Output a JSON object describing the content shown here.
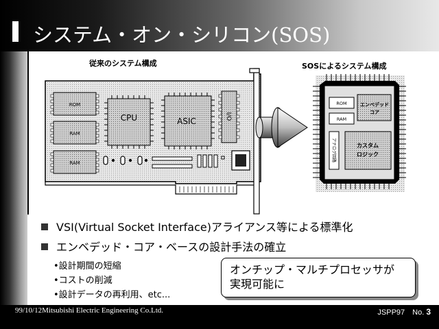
{
  "slide": {
    "title": "システム・オン・シリコン(SOS)",
    "left_heading": "従来のシステム構成",
    "right_heading": "SOSによるシステム構成"
  },
  "board": {
    "rom_label": "ROM",
    "ram_label_1": "RAM",
    "ram_label_2": "RAM",
    "cpu_label": "CPU",
    "asic_label": "ASIC",
    "io_label": "I/O"
  },
  "chip": {
    "rom_label": "ROM",
    "ram_label": "RAM",
    "embedded_core_label_1": "エンベデッド",
    "embedded_core_label_2": "コア",
    "analog_label": "アナログ回路",
    "custom_logic_label_1": "カスタム",
    "custom_logic_label_2": "ロジック"
  },
  "bullets": [
    "VSI(Virtual Socket Interface)アライアンス等による標準化",
    "エンベデッド・コア・ベースの設計手法の確立"
  ],
  "sub_items": [
    "•設計期間の短縮",
    "•コストの削減",
    "•設計データの再利用、etc..."
  ],
  "callout": {
    "line1": "オンチップ・マルチプロセッサが",
    "line2": "実現可能に"
  },
  "footer": {
    "left": "99/10/12Mitsubishi Electric Engineering Co.Ltd.",
    "right_prefix": "JSPP97　No. ",
    "page_number": "3"
  }
}
